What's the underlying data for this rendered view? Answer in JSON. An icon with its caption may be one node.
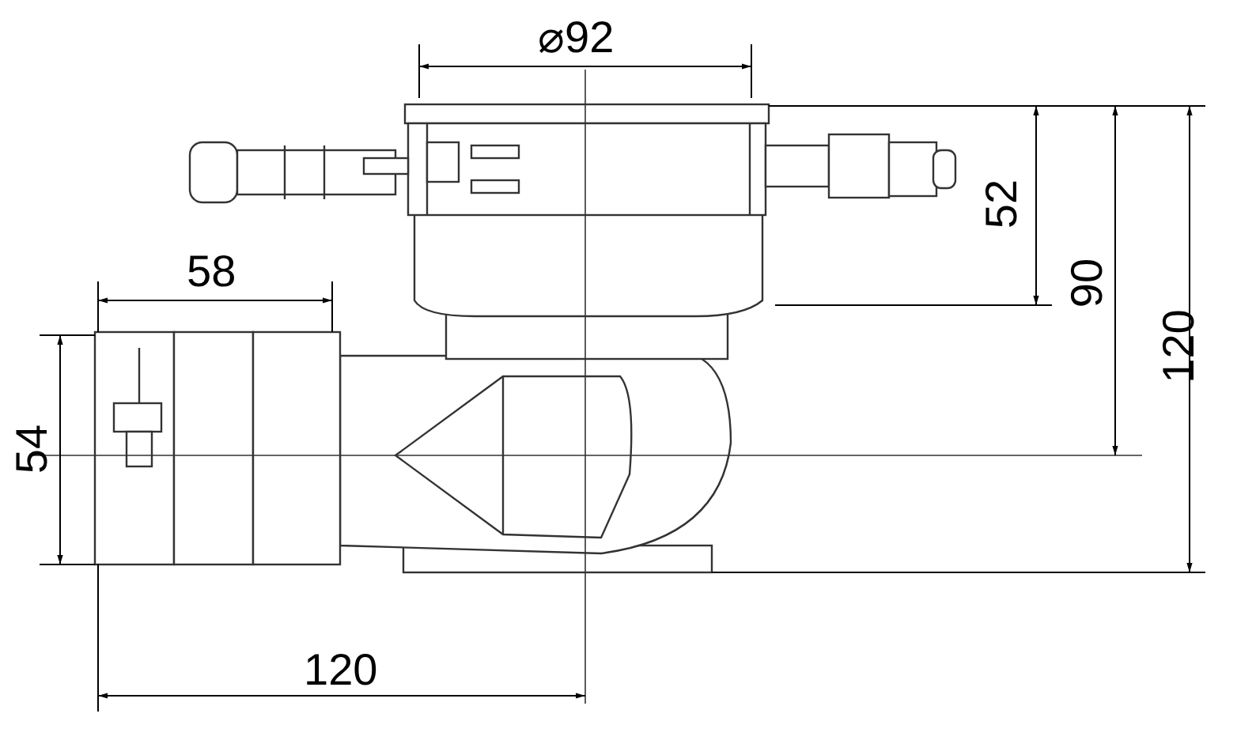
{
  "diagram": {
    "labels": [
      "⌀92",
      "52",
      "58",
      "90",
      "120",
      "54",
      "120"
    ]
  }
}
